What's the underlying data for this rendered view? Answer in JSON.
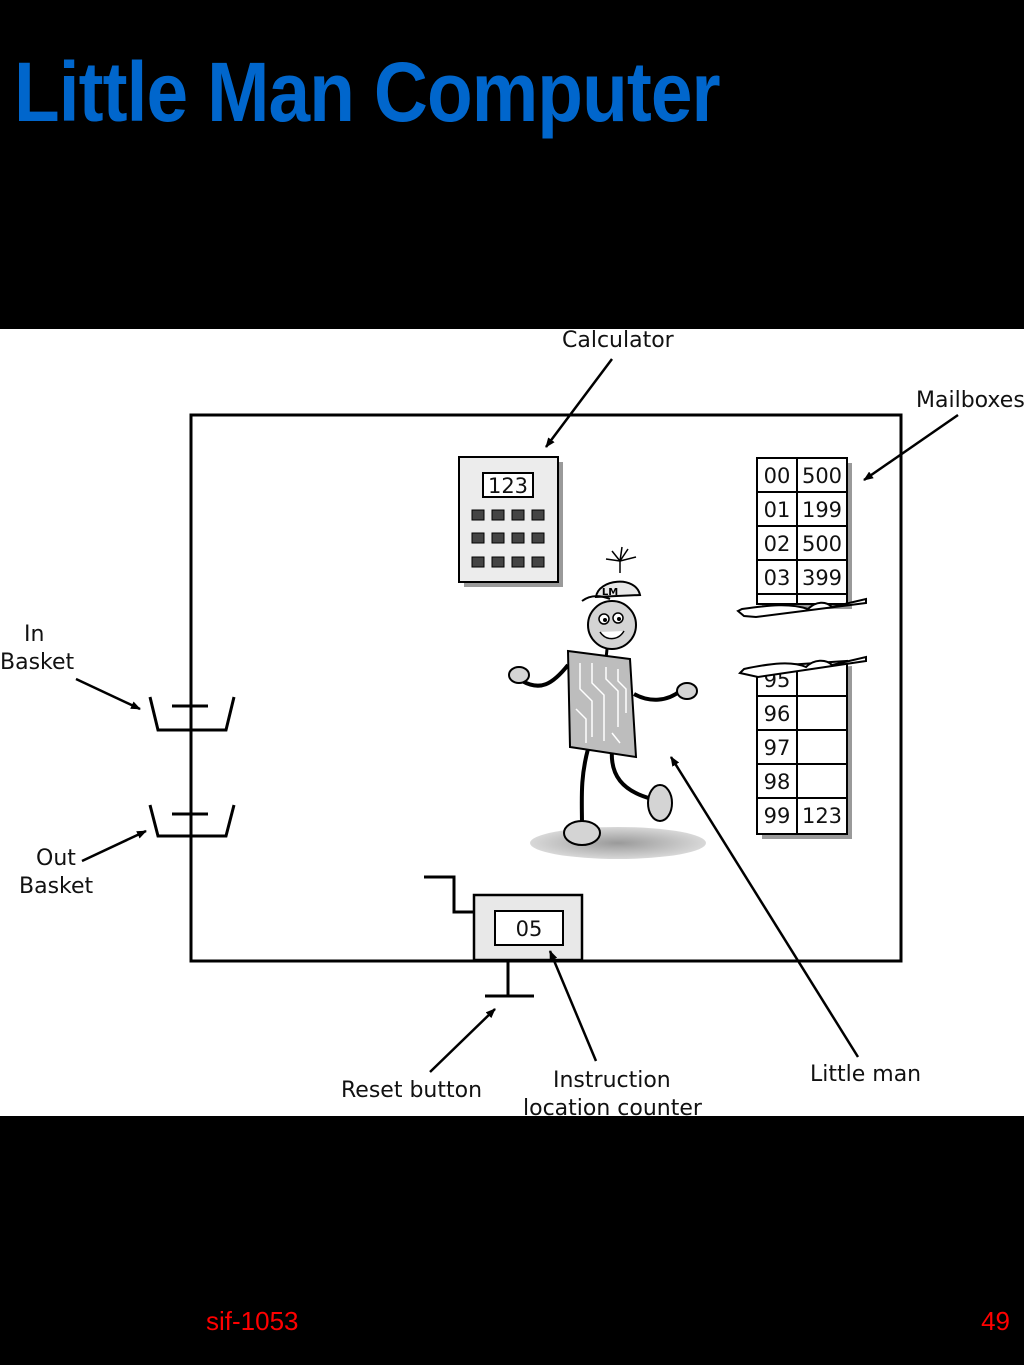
{
  "slide": {
    "title": "Little Man Computer",
    "footer_left": "sif-1053",
    "page_number": "49"
  },
  "colors": {
    "background": "#000000",
    "title": "#0066cc",
    "footer": "#ff0000",
    "figure_background": "#ffffff"
  },
  "diagram": {
    "labels": {
      "calculator": "Calculator",
      "mailboxes": "Mailboxes",
      "in_basket_line1": "In",
      "in_basket_line2": "Basket",
      "out_basket_line1": "Out",
      "out_basket_line2": "Basket",
      "reset_button": "Reset button",
      "instruction_counter_line1": "Instruction",
      "instruction_counter_line2": "location counter",
      "little_man": "Little man"
    },
    "calculator_display": "123",
    "instruction_counter_value": "05",
    "little_man_cap": "LM",
    "mailboxes_top": [
      {
        "address": "00",
        "value": "500"
      },
      {
        "address": "01",
        "value": "199"
      },
      {
        "address": "02",
        "value": "500"
      },
      {
        "address": "03",
        "value": "399"
      }
    ],
    "mailboxes_bottom": [
      {
        "address": "95",
        "value": ""
      },
      {
        "address": "96",
        "value": ""
      },
      {
        "address": "97",
        "value": ""
      },
      {
        "address": "98",
        "value": ""
      },
      {
        "address": "99",
        "value": "123"
      }
    ]
  }
}
